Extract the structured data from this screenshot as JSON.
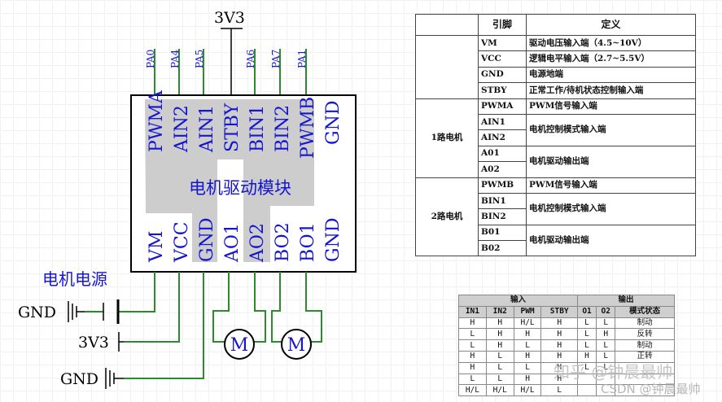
{
  "schematic": {
    "supply_top": "3V3",
    "top_external_pins": [
      "PA0",
      "PA4",
      "PA5",
      "PA6",
      "PA7",
      "PA1"
    ],
    "top_pins": [
      "PWMA",
      "AIN2",
      "AIN1",
      "STBY",
      "BIN1",
      "BIN2",
      "PWMB",
      "GND"
    ],
    "bottom_pins": [
      "VM",
      "VCC",
      "GND",
      "AO1",
      "AO2",
      "BO2",
      "BO1",
      "GND"
    ],
    "module_title": "电机驱动模块",
    "power_source_label": "电机电源",
    "left_nets": [
      "GND",
      "3V3",
      "GND"
    ],
    "motor_symbol": "M",
    "wire_color": "#2d8a2d",
    "shade_color": "#cdcdcd",
    "label_color": "#1515d0"
  },
  "pin_table": {
    "headers": [
      "",
      "引脚",
      "定义"
    ],
    "rows": [
      {
        "group": "",
        "pin": "VM",
        "def": "驱动电压输入端（4.5~10V）"
      },
      {
        "group": "",
        "pin": "VCC",
        "def": "逻辑电平输入端（2.7~5.5V）"
      },
      {
        "group": "",
        "pin": "GND",
        "def": "电源地端"
      },
      {
        "group": "",
        "pin": "STBY",
        "def": "正常工作/待机状态控制输入端"
      },
      {
        "group": "1路电机",
        "pin": "PWMA",
        "def": "PWM信号输入端"
      },
      {
        "group": "",
        "pin": "AIN1",
        "def": "电机控制模式输入端"
      },
      {
        "group": "",
        "pin": "AIN2",
        "def": ""
      },
      {
        "group": "",
        "pin": "A01",
        "def": "电机驱动输出端"
      },
      {
        "group": "",
        "pin": "A02",
        "def": ""
      },
      {
        "group": "2路电机",
        "pin": "PWMB",
        "def": "PWM信号输入端"
      },
      {
        "group": "",
        "pin": "BIN1",
        "def": "电机控制模式输入端"
      },
      {
        "group": "",
        "pin": "BIN2",
        "def": ""
      },
      {
        "group": "",
        "pin": "B01",
        "def": "电机驱动输出端"
      },
      {
        "group": "",
        "pin": "B02",
        "def": ""
      }
    ]
  },
  "logic_table": {
    "group_headers": [
      "输入",
      "输出"
    ],
    "columns": [
      "IN1",
      "IN2",
      "PWM",
      "STBY",
      "O1",
      "O2",
      "模式状态"
    ],
    "rows": [
      [
        "H",
        "H",
        "H/L",
        "H",
        "L",
        "L",
        "制动"
      ],
      [
        "L",
        "H",
        "H",
        "H",
        "L",
        "H",
        "反转"
      ],
      [
        "L",
        "H",
        "L",
        "H",
        "L",
        "L",
        "制动"
      ],
      [
        "H",
        "L",
        "H",
        "H",
        "H",
        "L",
        "正转"
      ],
      [
        "H",
        "L",
        "L",
        "H",
        "L",
        "L",
        ""
      ],
      [
        "L",
        "L",
        "H",
        "H",
        "",
        "",
        ""
      ],
      [
        "H/L",
        "H/L",
        "H/L",
        "L",
        "",
        "",
        ""
      ]
    ]
  },
  "watermark": {
    "line1": "知乎 @钟晨最帅",
    "line2": "CSDN @钟晨最帅"
  }
}
